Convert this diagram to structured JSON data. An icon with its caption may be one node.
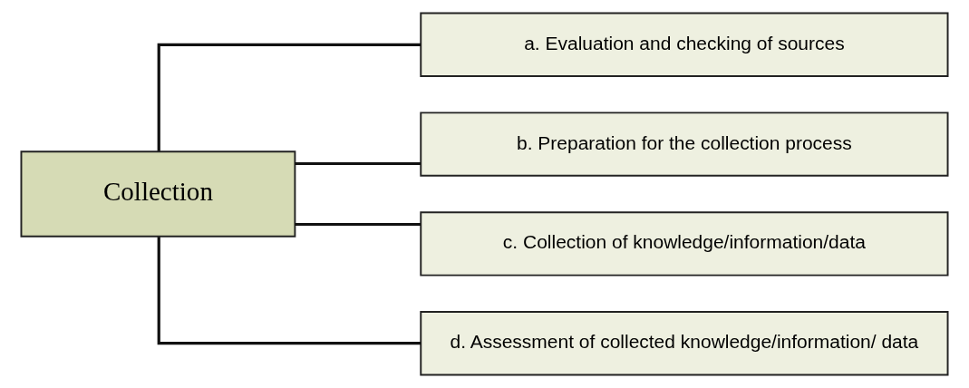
{
  "diagram": {
    "nodes": [
      {
        "text": [
          "Collection"
        ]
      },
      {
        "text": [
          "a. Evaluation and checking of sources"
        ]
      },
      {
        "text": [
          "b. Preparation for the collection process"
        ]
      },
      {
        "text": [
          "c. Collection of knowledge/information/data"
        ]
      },
      {
        "text": [
          "d. Assessment of collected knowledge/information/ data"
        ]
      }
    ],
    "edges": [
      {
        "from": 0,
        "to": 1,
        "arrow": "none"
      },
      {
        "from": 0,
        "to": 2,
        "arrow": "none"
      },
      {
        "from": 0,
        "to": 3,
        "arrow": "none"
      },
      {
        "from": 0,
        "to": 4,
        "arrow": "none"
      }
    ]
  }
}
